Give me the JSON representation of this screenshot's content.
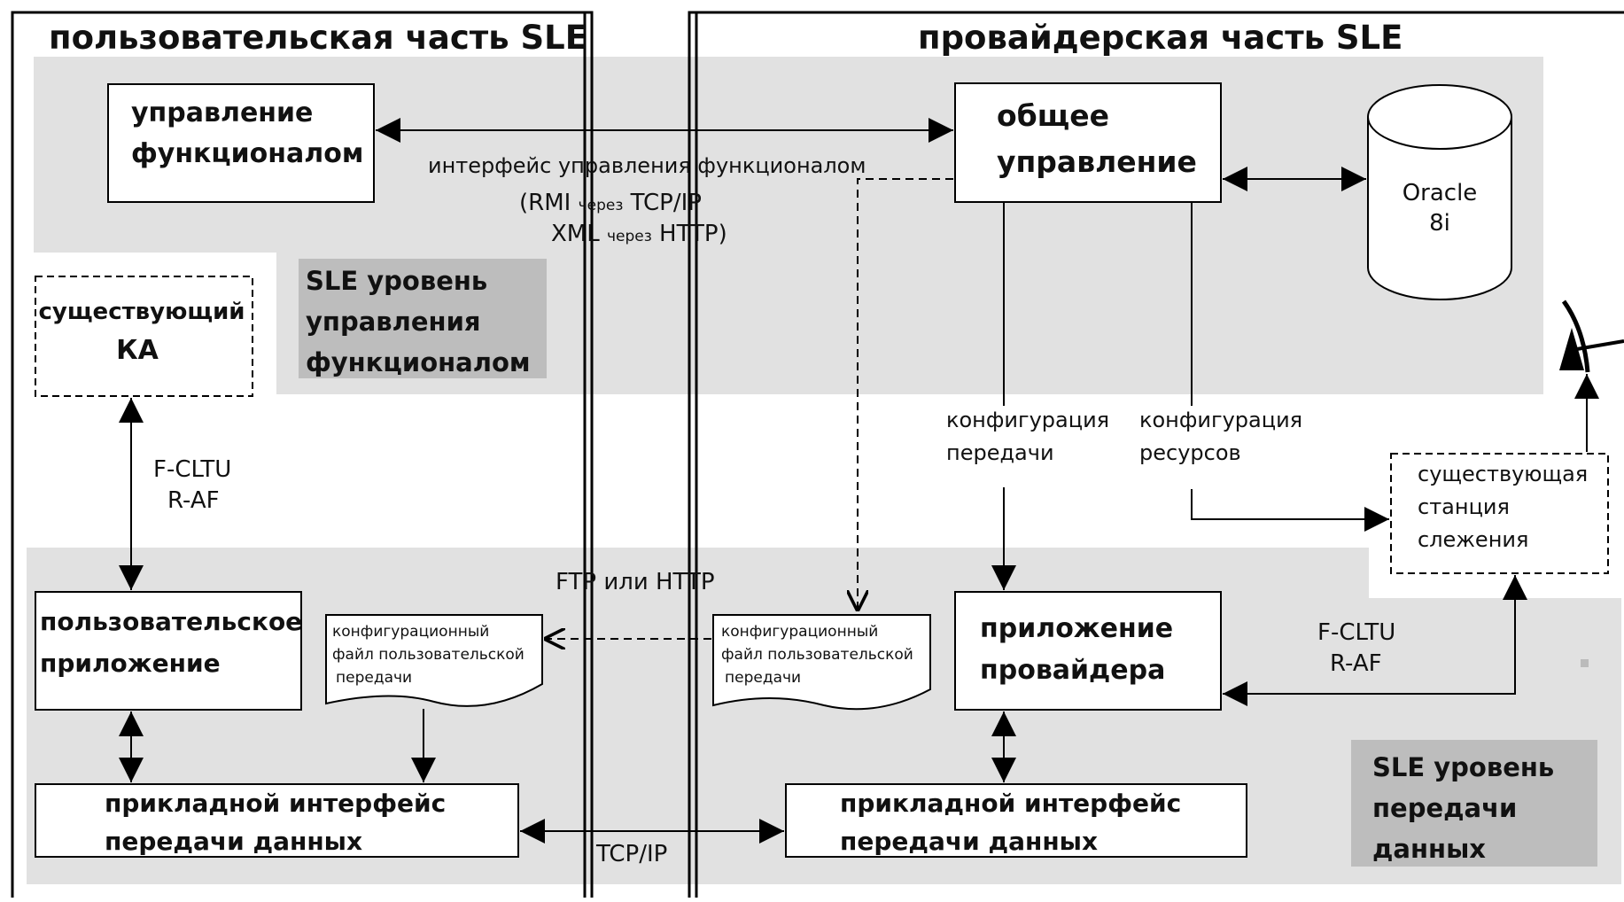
{
  "user_side": {
    "title": "пользовательская часть SLE"
  },
  "provider_side": {
    "title": "провайдерская часть SLE"
  },
  "func_mgmt": {
    "line1": "управление",
    "line2": "функционалом"
  },
  "general_mgmt": {
    "line1": "общее",
    "line2": "управление"
  },
  "oracle": {
    "line1": "Oracle",
    "line2": "8i"
  },
  "mgmt_interface": {
    "title": "интерфейс управления функционалом",
    "rmi_a": "(RMI ",
    "rmi_b": "через",
    "rmi_c": " TCP/IP",
    "xml_a": "XML ",
    "xml_b": "через",
    "xml_c": " HTTP)"
  },
  "sle_mgmt_level": {
    "line1": "SLE уровень",
    "line2": "управления",
    "line3": "функционалом"
  },
  "existing_ka": {
    "line1": "существующий",
    "line2": "КА"
  },
  "left_link": {
    "line1": "F-CLTU",
    "line2": "R-AF"
  },
  "config_transfer": {
    "line1": "конфигурация",
    "line2": "передачи"
  },
  "config_resources": {
    "line1": "конфигурация",
    "line2": "ресурсов"
  },
  "tracking_station": {
    "line1": "существующая",
    "line2": "станция",
    "line3": "слежения"
  },
  "ftp_label": "FTP или HTTP",
  "user_app": {
    "line1": "пользовательское",
    "line2": "приложение"
  },
  "user_config_file": {
    "line1": "конфигурационный",
    "line2": "файл пользовательской",
    "line3": "передачи"
  },
  "provider_config_file": {
    "line1": "конфигурационный",
    "line2": "файл пользовательской",
    "line3": "передачи"
  },
  "provider_app": {
    "line1": "приложение",
    "line2": "провайдера"
  },
  "right_link": {
    "line1": "F-CLTU",
    "line2": "R-AF"
  },
  "user_api": {
    "line1": "прикладной интерфейс",
    "line2": "передачи данных"
  },
  "provider_api": {
    "line1": "прикладной интерфейс",
    "line2": "передачи данных"
  },
  "tcpip_label": "TCP/IP",
  "sle_transfer_level": {
    "line1": "SLE уровень",
    "line2": "передачи",
    "line3": "данных"
  }
}
